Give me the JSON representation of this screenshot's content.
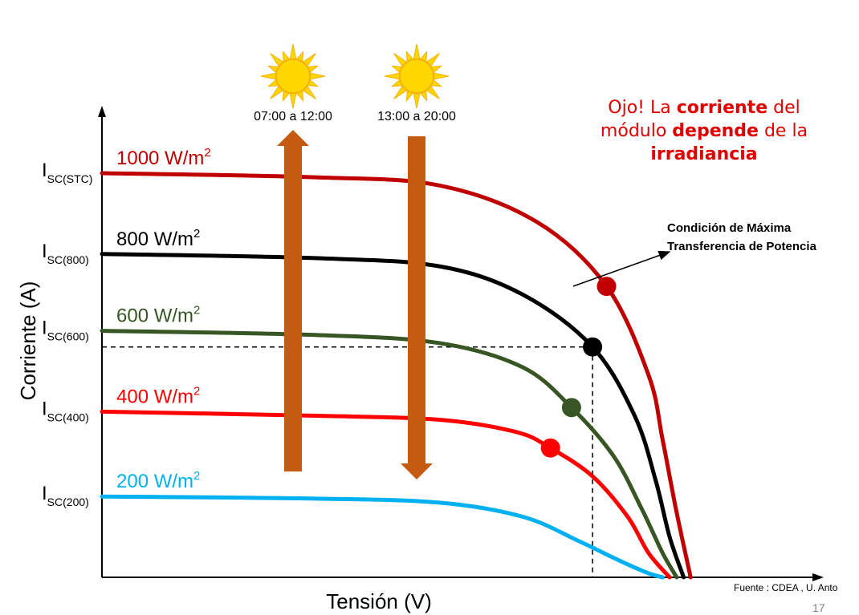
{
  "chart_data": {
    "type": "line",
    "ylabel": "Corriente (A)",
    "xlabel": "Tensión (V)",
    "series": [
      {
        "name": "1000 W/m",
        "sup": "2",
        "color": "#c00000",
        "isc_label": "I",
        "isc_sub": "SC(STC)",
        "points": [
          [
            0,
            1.0
          ],
          [
            0.3,
            0.99
          ],
          [
            0.48,
            0.97
          ],
          [
            0.62,
            0.88
          ],
          [
            0.72,
            0.72
          ],
          [
            0.78,
            0.5
          ],
          [
            0.8,
            0.34
          ],
          [
            0.82,
            0.16
          ],
          [
            0.84,
            0.0
          ]
        ],
        "mpp": [
          0.72,
          0.72
        ],
        "mpp_color": "#c00000"
      },
      {
        "name": "800 W/m",
        "sup": "2",
        "color": "#000000",
        "isc_label": "I",
        "isc_sub": "SC(800)",
        "points": [
          [
            0,
            0.8
          ],
          [
            0.3,
            0.79
          ],
          [
            0.48,
            0.77
          ],
          [
            0.6,
            0.7
          ],
          [
            0.7,
            0.57
          ],
          [
            0.76,
            0.4
          ],
          [
            0.79,
            0.24
          ],
          [
            0.81,
            0.1
          ],
          [
            0.83,
            0.0
          ]
        ],
        "mpp": [
          0.7,
          0.57
        ],
        "mpp_color": "#000000"
      },
      {
        "name": "600 W/m",
        "sup": "2",
        "color": "#375623",
        "isc_label": "I",
        "isc_sub": "SC(600)",
        "points": [
          [
            0,
            0.61
          ],
          [
            0.3,
            0.6
          ],
          [
            0.48,
            0.58
          ],
          [
            0.6,
            0.52
          ],
          [
            0.67,
            0.42
          ],
          [
            0.73,
            0.3
          ],
          [
            0.77,
            0.17
          ],
          [
            0.8,
            0.06
          ],
          [
            0.82,
            0.0
          ]
        ],
        "mpp": [
          0.67,
          0.42
        ],
        "mpp_color": "#375623"
      },
      {
        "name": "400 W/m",
        "sup": "2",
        "color": "#ff0000",
        "isc_label": "I",
        "isc_sub": "SC(400)",
        "points": [
          [
            0,
            0.41
          ],
          [
            0.3,
            0.4
          ],
          [
            0.48,
            0.39
          ],
          [
            0.59,
            0.36
          ],
          [
            0.64,
            0.32
          ],
          [
            0.7,
            0.25
          ],
          [
            0.75,
            0.15
          ],
          [
            0.78,
            0.06
          ],
          [
            0.81,
            0.0
          ]
        ],
        "mpp": [
          0.64,
          0.32
        ],
        "mpp_color": "#ff0000"
      },
      {
        "name": "200 W/m",
        "sup": "2",
        "color": "#00b0f0",
        "isc_label": "I",
        "isc_sub": "SC(200)",
        "points": [
          [
            0,
            0.2
          ],
          [
            0.3,
            0.195
          ],
          [
            0.48,
            0.185
          ],
          [
            0.6,
            0.15
          ],
          [
            0.68,
            0.09
          ],
          [
            0.74,
            0.04
          ],
          [
            0.78,
            0.01
          ],
          [
            0.8,
            0.0
          ]
        ],
        "mpp": null,
        "mpp_color": ""
      }
    ],
    "reference_lines": {
      "v_mpp": 0.7,
      "i_mpp": 0.57
    }
  },
  "suns": [
    {
      "label": "07:00 a 12:00",
      "direction": "up"
    },
    {
      "label": "13:00 a 20:00",
      "direction": "down"
    }
  ],
  "arrow_color": "#c55a11",
  "note": {
    "line1_pre": "Ojo! La ",
    "line1_bold": "corriente",
    "line1_post": " del",
    "line2_pre": "módulo ",
    "line2_bold": "depende",
    "line2_post": " de la",
    "line3_bold": "irradiancia",
    "color": "#e00000"
  },
  "annotation": {
    "line1": "Condición de Máxima",
    "line2": "Transferencia de Potencia"
  },
  "source": "Fuente : CDEA , U. Anto",
  "page_number": "17"
}
